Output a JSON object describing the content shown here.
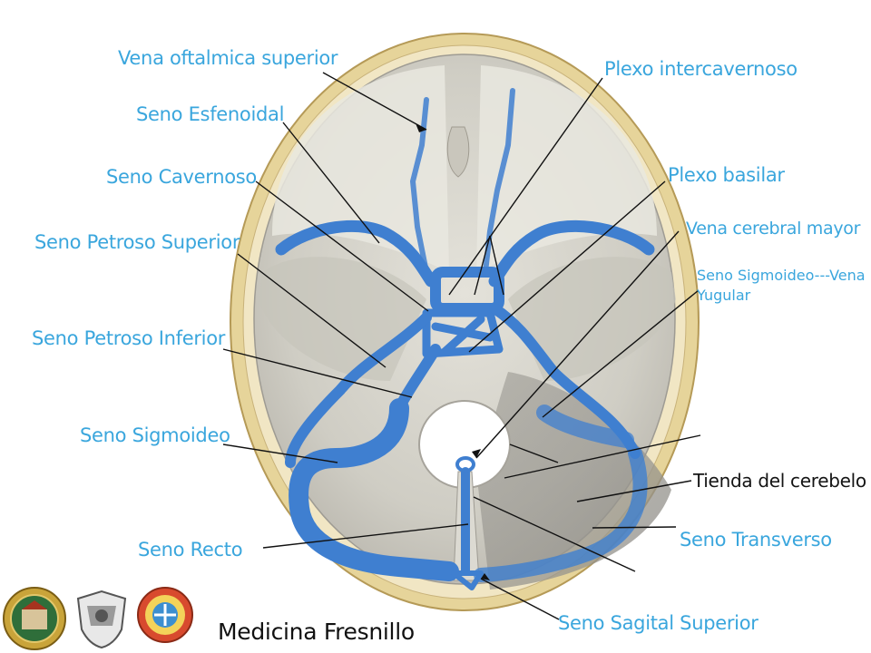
{
  "labels": {
    "vena_oftalmica": "Vena oftalmica superior",
    "seno_esfenoidal": "Seno Esfenoidal",
    "seno_cavernoso": "Seno Cavernoso",
    "seno_petroso_superior": "Seno Petroso Superior",
    "seno_petroso_inferior": "Seno Petroso Inferior",
    "seno_sigmoideo": "Seno Sigmoideo",
    "seno_recto": "Seno Recto",
    "plexo_intercavernoso": "Plexo intercavernoso",
    "plexo_basilar": "Plexo basilar",
    "vena_cerebral_mayor": "Vena cerebral mayor",
    "seno_sigmoideo_vena_yugular": "Seno  Sigmoideo---Vena Yugular",
    "tienda_cerebelo": "Tienda del cerebelo",
    "seno_transverso": "Seno Transverso",
    "seno_sagital_superior": "Seno Sagital Superior"
  },
  "footer": {
    "text": "Medicina Fresnillo"
  },
  "colors": {
    "label_blue": "#3aa6dd",
    "vein_blue": "#3f7fd0",
    "bone_outer": "#e6d49a",
    "bone_inner": "#f3ead0",
    "skull_floor": "#d2d0c8",
    "fossa_shadow": "#b8b6ae"
  },
  "icons": [
    "university-seal-icon",
    "school-crest-icon",
    "medicine-unit-seal-icon"
  ]
}
